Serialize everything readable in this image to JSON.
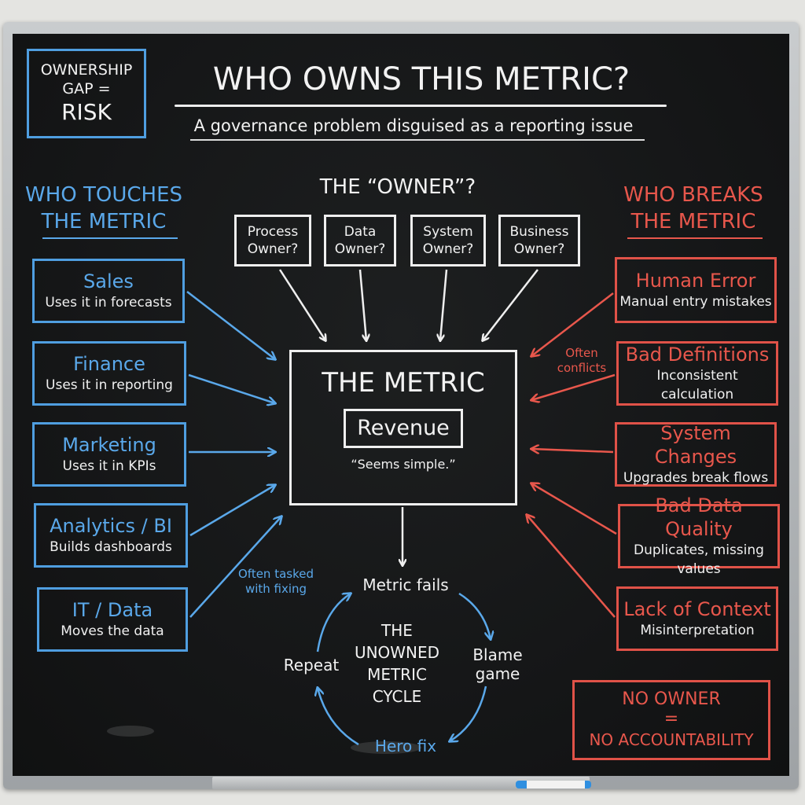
{
  "header": {
    "badge": [
      "OWNERSHIP",
      "GAP =",
      "RISK"
    ],
    "title": "WHO OWNS THIS METRIC?",
    "subtitle": "A governance problem disguised as a reporting issue"
  },
  "left_column": {
    "heading": [
      "WHO TOUCHES",
      "THE METRIC"
    ],
    "items": [
      {
        "label": "Sales",
        "desc": "Uses it in forecasts"
      },
      {
        "label": "Finance",
        "desc": "Uses it in reporting"
      },
      {
        "label": "Marketing",
        "desc": "Uses it in KPIs"
      },
      {
        "label": "Analytics / BI",
        "desc": "Builds dashboards"
      },
      {
        "label": "IT / Data",
        "desc": "Moves the data"
      }
    ],
    "note": [
      "Often tasked",
      "with fixing"
    ]
  },
  "owner_section": {
    "heading": "THE “OWNER”?",
    "candidates": [
      [
        "Process",
        "Owner?"
      ],
      [
        "Data",
        "Owner?"
      ],
      [
        "System",
        "Owner?"
      ],
      [
        "Business",
        "Owner?"
      ]
    ]
  },
  "center": {
    "title": "THE METRIC",
    "metric": "Revenue",
    "quote": "“Seems simple.”"
  },
  "cycle": {
    "label": [
      "THE",
      "UNOWNED",
      "METRIC",
      "CYCLE"
    ],
    "steps": {
      "top": "Metric fails",
      "right": [
        "Blame",
        "game"
      ],
      "bottom": "Hero fix",
      "left": "Repeat"
    }
  },
  "right_column": {
    "heading": [
      "WHO BREAKS",
      "THE METRIC"
    ],
    "items": [
      {
        "label": "Human Error",
        "desc": "Manual entry mistakes"
      },
      {
        "label": "Bad Definitions",
        "desc": "Inconsistent calculation"
      },
      {
        "label": "System Changes",
        "desc": "Upgrades break flows"
      },
      {
        "label": "Bad Data Quality",
        "desc": "Duplicates, missing values"
      },
      {
        "label": "Lack of Context",
        "desc": "Misinterpretation"
      }
    ],
    "note": [
      "Often",
      "conflicts"
    ]
  },
  "footer_box": [
    "NO OWNER",
    "=",
    "NO ACCOUNTABILITY"
  ],
  "colors": {
    "board": "#141516",
    "chalk_white": "#f2f2f2",
    "chalk_blue": "#5aa8ea",
    "chalk_red": "#e8574c"
  }
}
